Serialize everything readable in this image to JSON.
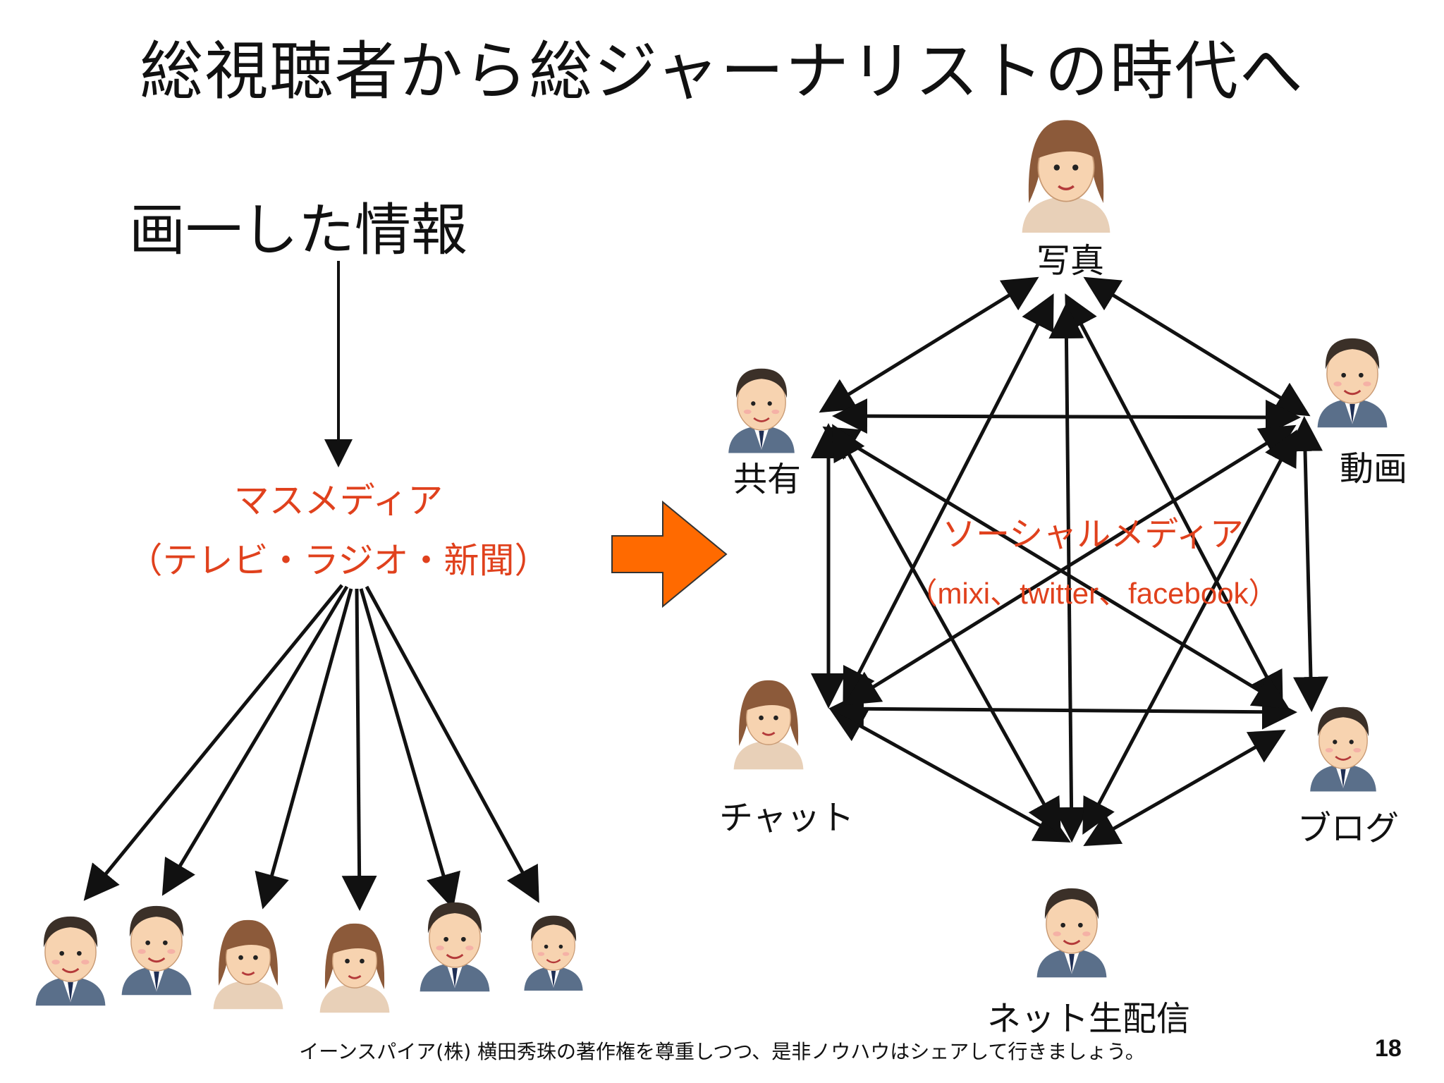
{
  "title": "総視聴者から総ジャーナリストの時代へ",
  "left": {
    "heading": "画一した情報",
    "media_line1": "マスメディア",
    "media_line2": "（テレビ・ラジオ・新聞）"
  },
  "right": {
    "center_line1": "ソーシャルメディア",
    "center_line2": "（mixi、twitter、facebook）",
    "nodes": {
      "photo": "写真",
      "video": "動画",
      "share": "共有",
      "chat": "チャット",
      "blog": "ブログ",
      "live": "ネット生配信"
    }
  },
  "footer": "イーンスパイア(株) 横田秀珠の著作権を尊重しつつ、是非ノウハウはシェアして行きましょう。",
  "page_number": "18",
  "colors": {
    "accent_red": "#e0411d",
    "arrow_orange": "#ff6a00"
  }
}
